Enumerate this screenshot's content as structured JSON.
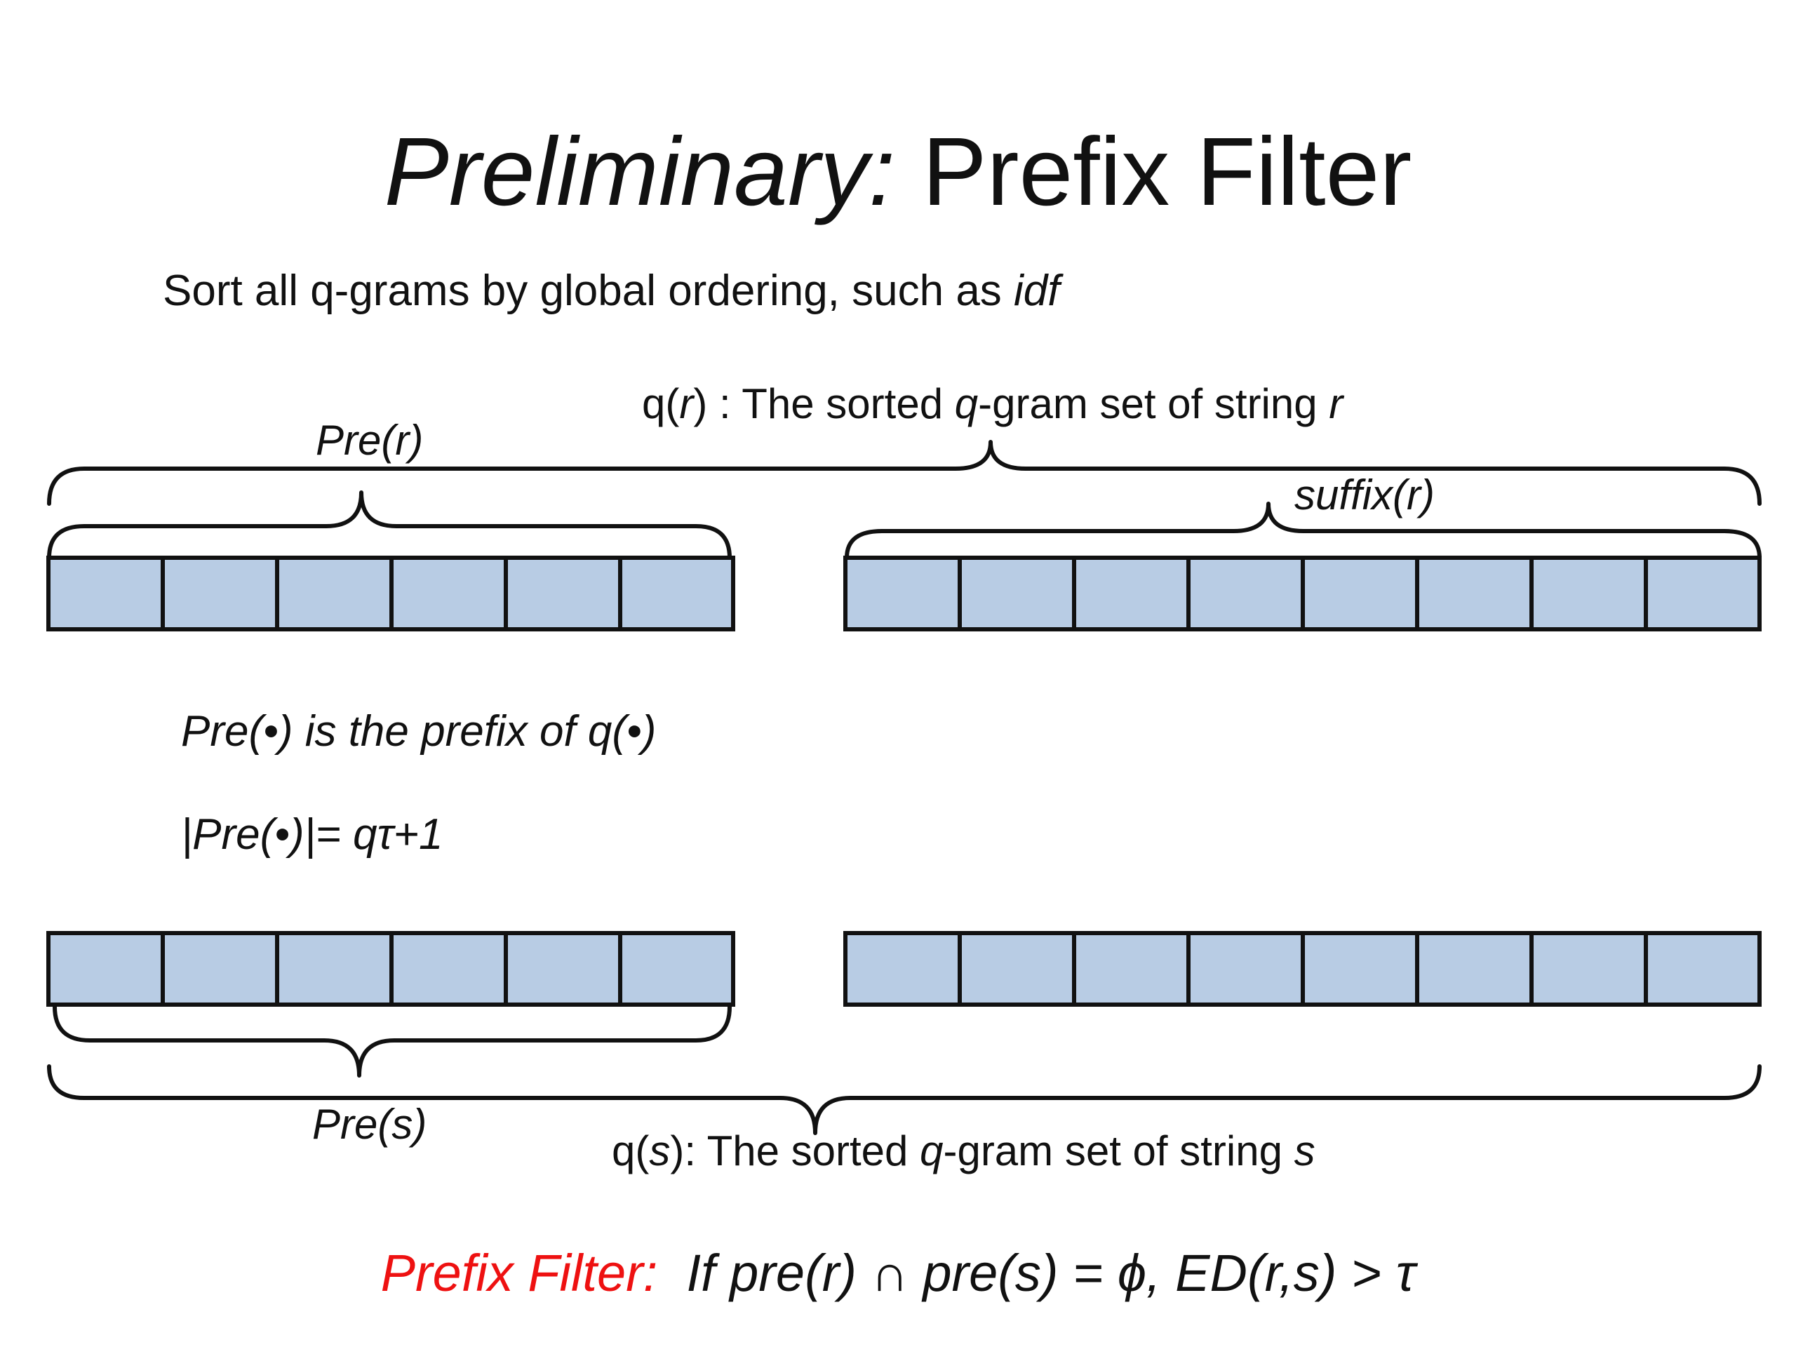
{
  "title": {
    "italic_part": "Preliminary:",
    "rest": "Prefix Filter"
  },
  "subtitle": {
    "text": "Sort all q-grams by global ordering, such as ",
    "italic": "idf"
  },
  "top": {
    "qr_label": {
      "a": "q(",
      "b": "r",
      "c": ") : The sorted ",
      "d": "q",
      "e": "-gram set of string ",
      "f": "r"
    },
    "pre_r": "Pre(r)",
    "suffix_r": "suffix(r)",
    "left_cells": 6,
    "right_cells": 8
  },
  "notes": {
    "line1": "Pre(•) is the prefix of q(•)",
    "line2": "|Pre(•)|= qτ+1"
  },
  "bottom": {
    "pre_s": "Pre(s)",
    "qs_label": {
      "a": "q(",
      "b": "s",
      "c": "): The sorted ",
      "d": "q",
      "e": "-gram set of string ",
      "f": "s"
    },
    "left_cells": 6,
    "right_cells": 8
  },
  "rule": {
    "lead": "Prefix Filter:",
    "body": "If pre(r) ∩ pre(s) = ϕ, ED(r,s) > τ"
  },
  "colors": {
    "cell_fill": "#b8cce4",
    "rule_lead": "#ee1111"
  }
}
